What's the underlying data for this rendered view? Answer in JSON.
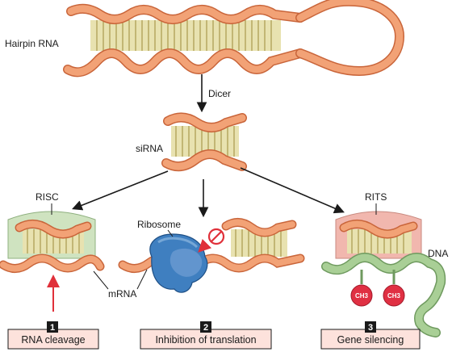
{
  "labels": {
    "hairpin": "Hairpin RNA",
    "dicer": "Dicer",
    "sirna": "siRNA",
    "risc": "RISC",
    "ribosome": "Ribosome",
    "rits": "RITS",
    "mrna": "mRNA",
    "dna": "DNA",
    "methyl": "CH3"
  },
  "outcomes": [
    {
      "number": "1",
      "label": "RNA cleavage"
    },
    {
      "number": "2",
      "label": "Inhibition of translation"
    },
    {
      "number": "3",
      "label": "Gene silencing"
    }
  ],
  "colors": {
    "rna_strand": "#f2a276",
    "rna_outline": "#c9653a",
    "base_pairs": "#e8e2b0",
    "risc": "#cfe3c0",
    "rits": "#f1b7ae",
    "ribosome": "#3f7fc0",
    "dna": "#a9cf96",
    "methyl": "#e03043",
    "outcome_box": "#fde2dc",
    "arrow": "#1a1a1a",
    "cleavage_arrow": "#e0303a"
  }
}
